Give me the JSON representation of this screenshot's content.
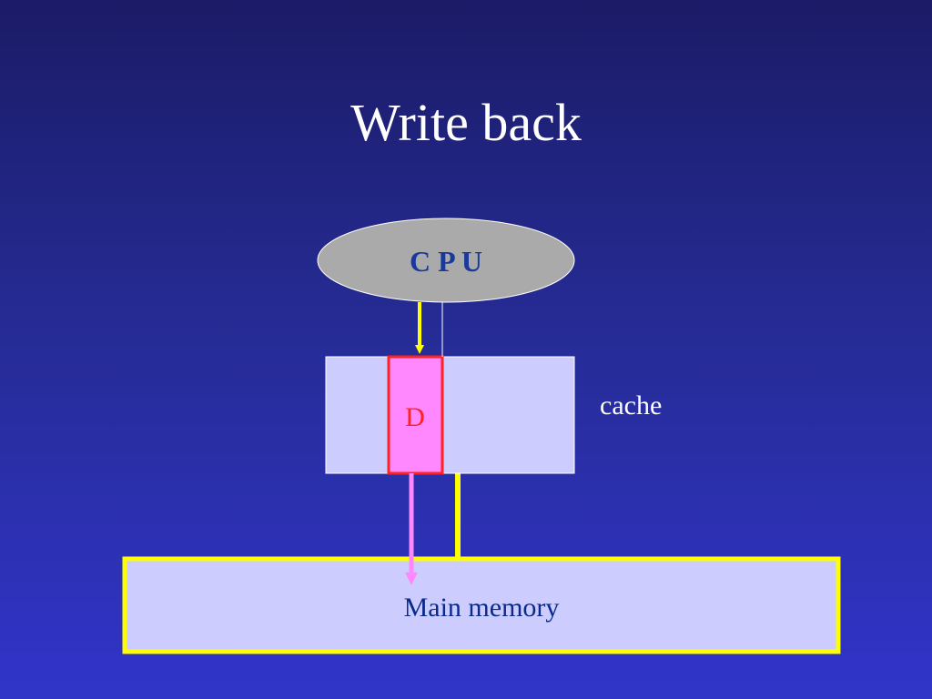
{
  "slide": {
    "title": "Write back"
  },
  "diagram": {
    "cpu_label": "C P U",
    "cache_label": "cache",
    "dirty_block_label": "D",
    "memory_label": "Main memory"
  },
  "colors": {
    "background_top": "#1b1b67",
    "background_bottom": "#3134c9",
    "cpu_fill": "#aaaaaa",
    "cpu_text": "#1a3a9a",
    "cache_fill": "#ccccff",
    "dirty_fill": "#ff88ff",
    "dirty_border": "#ff2222",
    "dirty_text": "#ff2222",
    "bus_yellow": "#ffff00",
    "writeback_arrow": "#ff88ff",
    "memory_text": "#0a2a8a",
    "white_text": "#ffffff"
  }
}
